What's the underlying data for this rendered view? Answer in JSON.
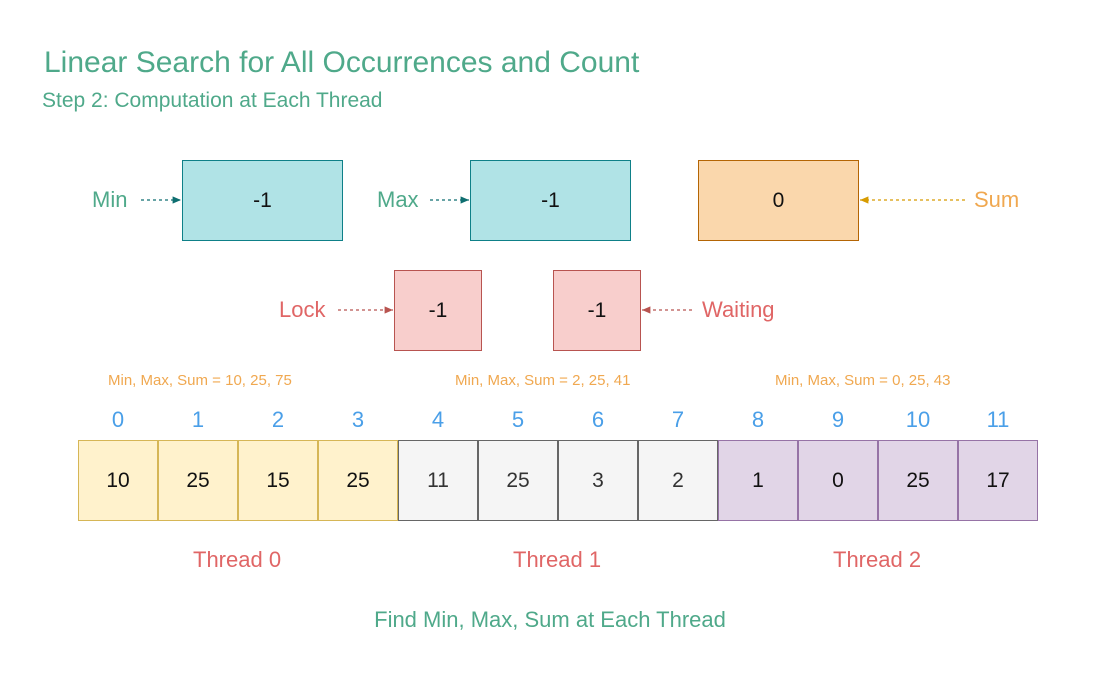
{
  "title": "Linear Search for All Occurrences and Count",
  "subtitle": "Step 2: Computation at Each Thread",
  "variables": {
    "min": {
      "label": "Min",
      "value": "-1"
    },
    "max": {
      "label": "Max",
      "value": "-1"
    },
    "sum": {
      "label": "Sum",
      "value": "0"
    },
    "lock": {
      "label": "Lock",
      "value": "-1"
    },
    "waiting": {
      "label": "Waiting",
      "value": "-1"
    }
  },
  "threads": [
    {
      "name": "Thread 0",
      "summary": "Min, Max, Sum = 10, 25, 75"
    },
    {
      "name": "Thread 1",
      "summary": "Min, Max, Sum = 2, 25, 41"
    },
    {
      "name": "Thread 2",
      "summary": "Min, Max, Sum = 0, 25, 43"
    }
  ],
  "array": {
    "indices": [
      "0",
      "1",
      "2",
      "3",
      "4",
      "5",
      "6",
      "7",
      "8",
      "9",
      "10",
      "11"
    ],
    "values": [
      "10",
      "25",
      "15",
      "25",
      "11",
      "25",
      "3",
      "2",
      "1",
      "0",
      "25",
      "17"
    ]
  },
  "footer": "Find Min, Max, Sum at Each Thread",
  "colors": {
    "title": "#4fa98a",
    "index": "#4a9fe8",
    "thread_label": "#e06666",
    "summary": "#f0a850",
    "thread0_fill": "#fff2cc",
    "thread1_fill": "#f5f5f5",
    "thread2_fill": "#e1d5e7"
  }
}
